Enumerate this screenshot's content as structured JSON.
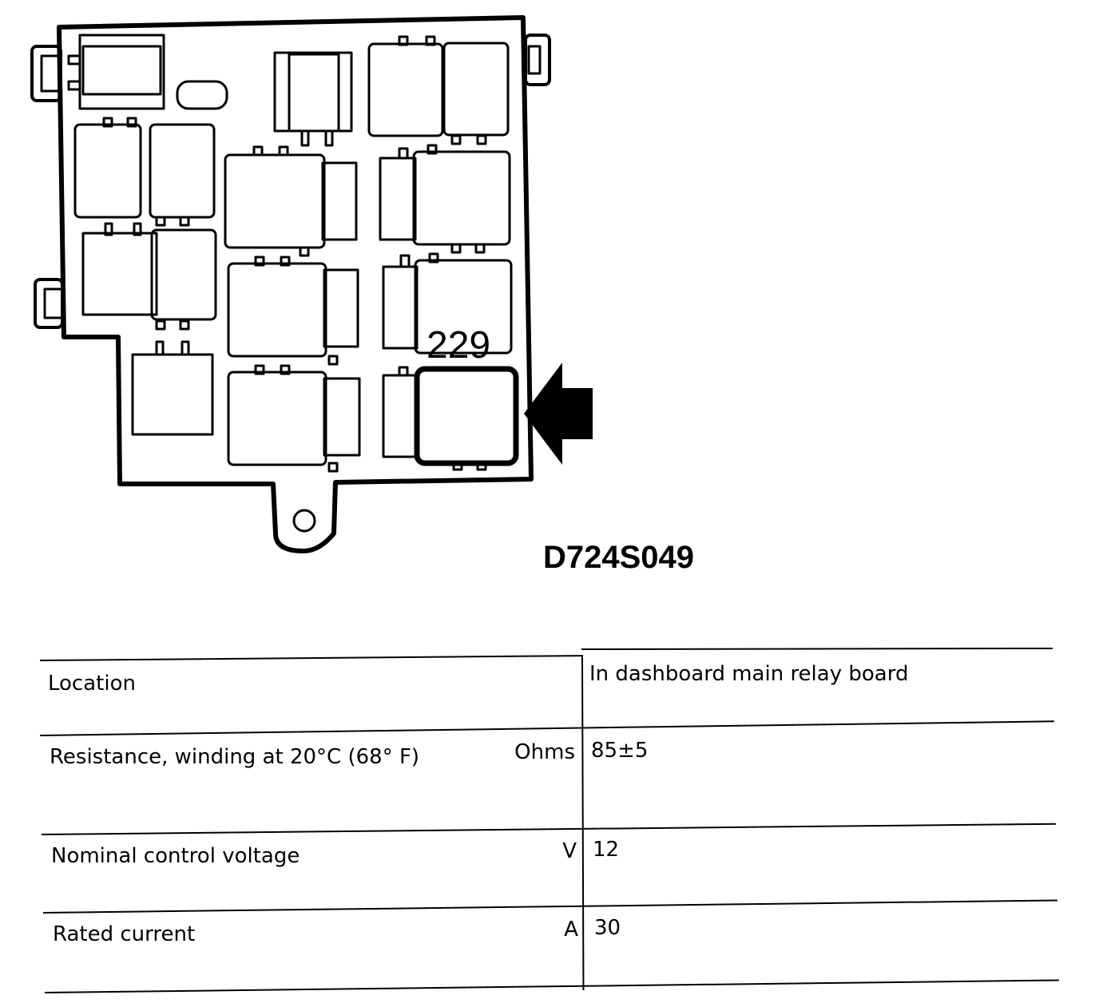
{
  "diagram": {
    "callout_label": "229",
    "figure_id": "D724S049",
    "icons": [
      "relay-board-outline",
      "arrow-pointer"
    ]
  },
  "spec_table": {
    "rows": [
      {
        "label": "Location",
        "unit": "",
        "value": "In dashboard main relay board"
      },
      {
        "label": "Resistance, winding at 20°C (68° F)",
        "unit": "Ohms",
        "value": "85±5"
      },
      {
        "label": "Nominal control voltage",
        "unit": "V",
        "value": "12"
      },
      {
        "label": "Rated current",
        "unit": "A",
        "value": "30"
      }
    ]
  }
}
